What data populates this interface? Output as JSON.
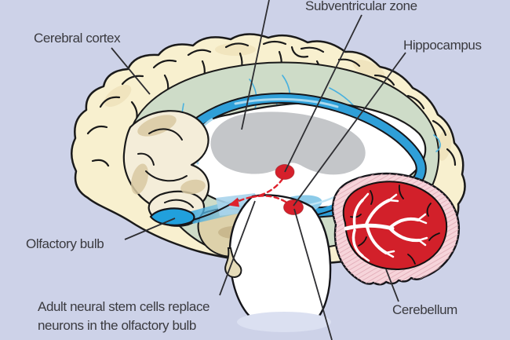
{
  "figure": {
    "labels": {
      "cerebral_cortex": "Cerebral cortex",
      "subventricular_zone": "Subventricular zone",
      "hippocampus": "Hippocampus",
      "olfactory_bulb": "Olfactory bulb",
      "cerebellum": "Cerebellum"
    },
    "caption": {
      "lines": [
        "Adult neural stem cells replace",
        "neurons in the olfactory bulb"
      ]
    },
    "markers": {
      "neurogenesis_site_count": 2,
      "site_names": [
        "subventricular-zone-site",
        "hippocampus-site"
      ],
      "migration_arrow": "dashed red arrow toward olfactory bulb"
    },
    "colors": {
      "background": "#cdd2e8",
      "cortex_cream": "#f8f0cf",
      "limbic_green": "#cedcc8",
      "ventricle_blue": "#2f9fd8",
      "thalamus_gray": "#c4c6c9",
      "neurogenesis_red": "#d6202b",
      "cerebellum_red": "#d2202a",
      "cerebellum_pink": "#f6d4da",
      "outline_black": "#1a1a1a",
      "text": "#3a3a3f"
    }
  }
}
